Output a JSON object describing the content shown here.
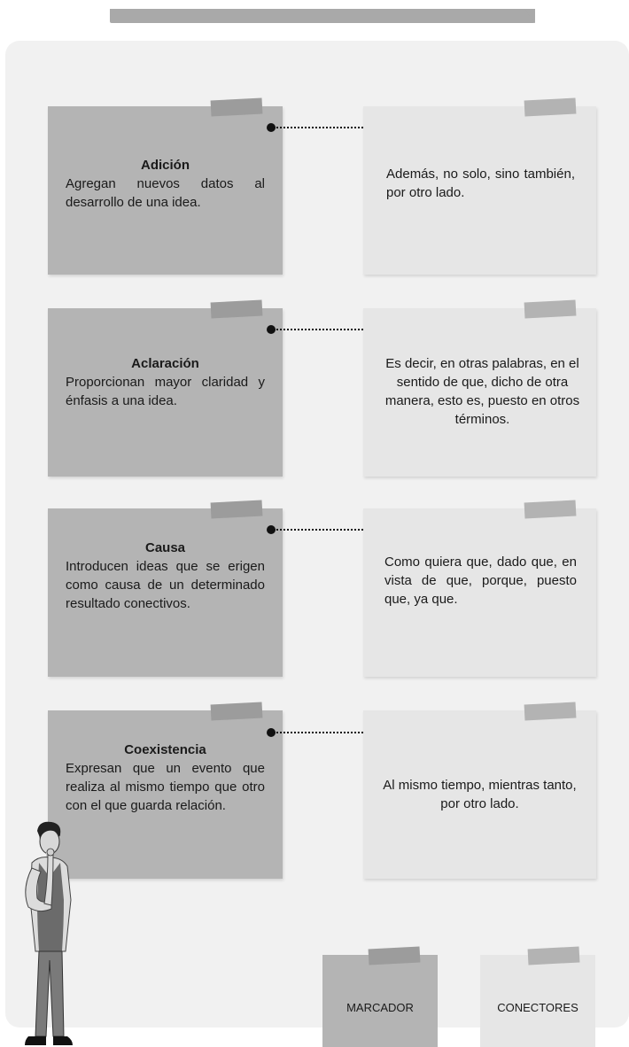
{
  "rows": [
    {
      "title": "Adición",
      "description": "Agregan nuevos datos al desarrollo de una idea.",
      "connectors": "Además, no solo, sino también, por otro lado."
    },
    {
      "title": "Aclaración",
      "description": "Proporcionan mayor claridad y énfasis a una idea.",
      "connectors": "Es decir, en otras palabras, en el sentido de que, dicho de otra manera, esto es, puesto en otros términos."
    },
    {
      "title": "Causa",
      "description": "Introducen ideas que se erigen como causa de un determinado resultado conectivos.",
      "connectors": "Como quiera que, dado que, en vista de que, porque, puesto que, ya que."
    },
    {
      "title": "Coexistencia",
      "description": "Expresan que un evento que realiza al mismo tiempo que otro con el que guarda relación.",
      "connectors": "Al mismo tiempo, mientras tanto, por otro lado."
    }
  ],
  "legend": {
    "marker_label": "MARCADOR",
    "connector_label": "CONECTORES"
  },
  "colors": {
    "marker_note": "#b4b4b4",
    "connector_note": "#e6e6e6",
    "panel": "#f1f1f1"
  },
  "icons": [
    "person-thinking-illustration"
  ]
}
